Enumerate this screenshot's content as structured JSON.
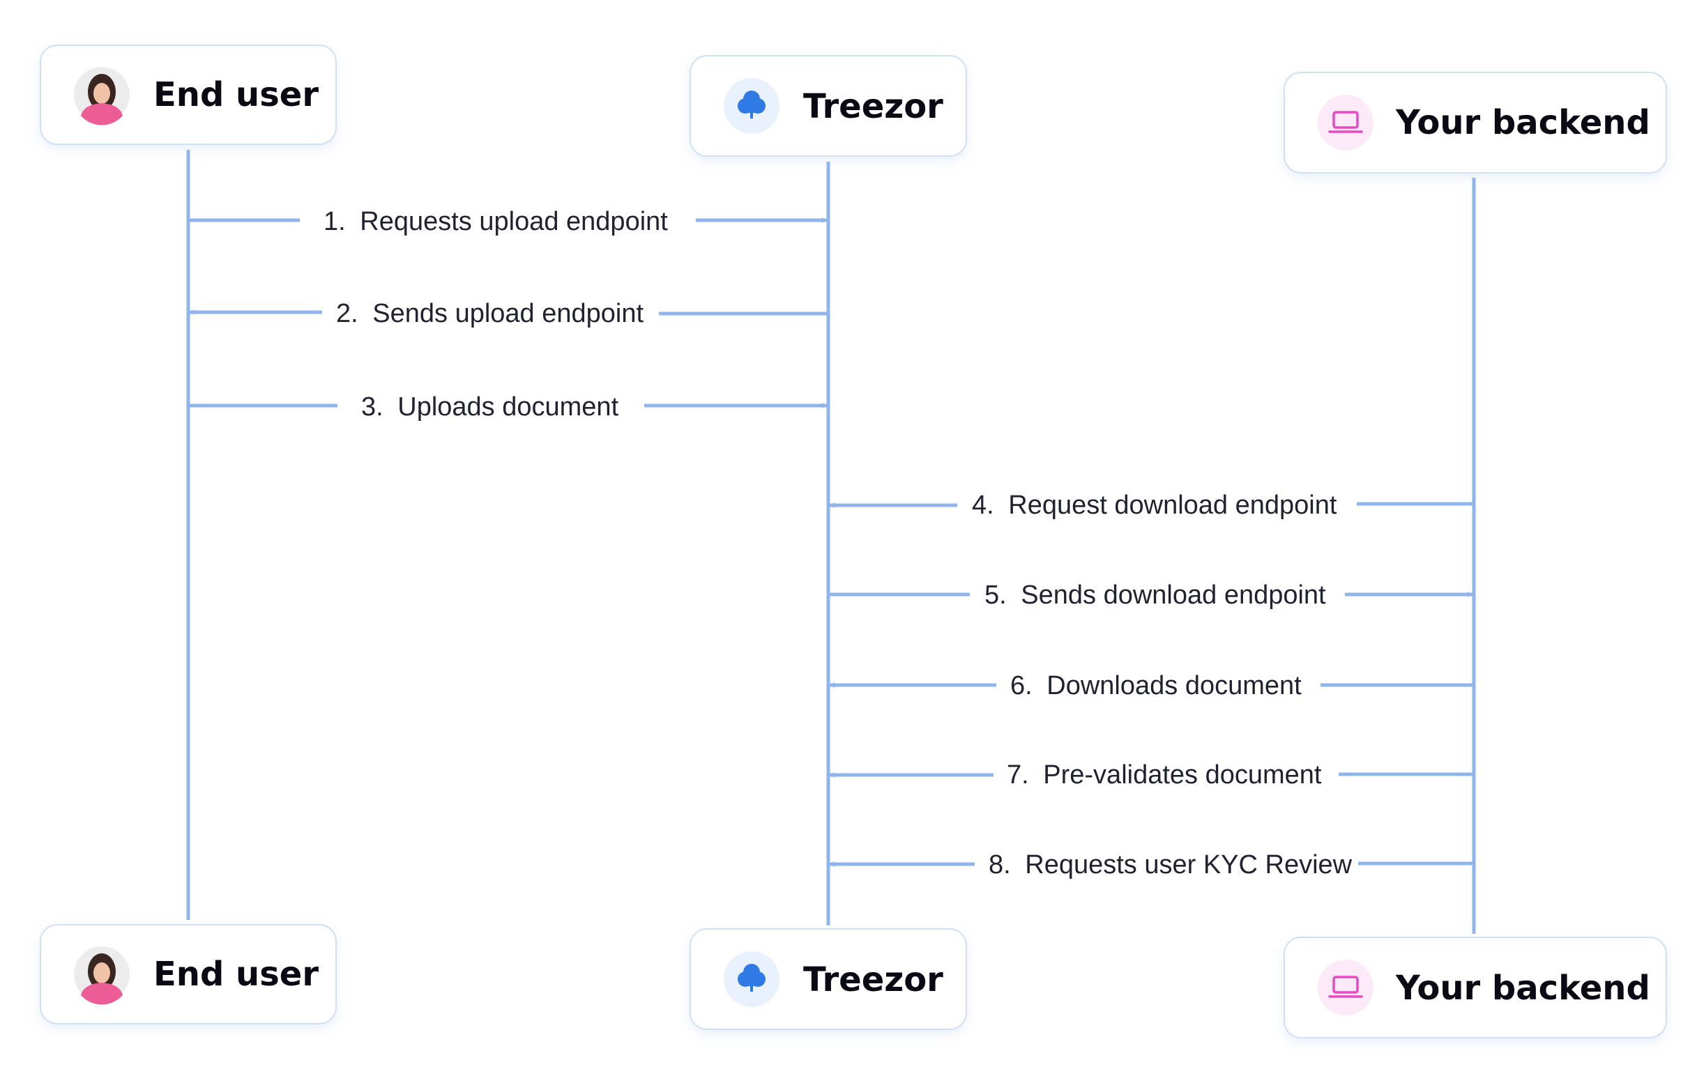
{
  "actors": [
    {
      "key": "end_user",
      "name": "End user",
      "icon": "avatar-icon"
    },
    {
      "key": "treezor",
      "name": "Treezor",
      "icon": "cloud-tree-icon"
    },
    {
      "key": "backend",
      "name": "Your backend",
      "icon": "laptop-icon"
    }
  ],
  "messages": [
    {
      "number": "1.",
      "label": "Requests upload endpoint",
      "from": "end_user",
      "to": "treezor"
    },
    {
      "number": "2.",
      "label": "Sends upload endpoint",
      "from": "treezor",
      "to": "end_user"
    },
    {
      "number": "3.",
      "label": "Uploads document",
      "from": "end_user",
      "to": "treezor"
    },
    {
      "number": "4.",
      "label": "Request download endpoint",
      "from": "backend",
      "to": "treezor"
    },
    {
      "number": "5.",
      "label": "Sends download endpoint",
      "from": "treezor",
      "to": "backend"
    },
    {
      "number": "6.",
      "label": "Downloads document",
      "from": "backend",
      "to": "treezor"
    },
    {
      "number": "7.",
      "label": "Pre-validates document",
      "from": "backend",
      "to": "treezor"
    },
    {
      "number": "8.",
      "label": "Requests user KYC Review",
      "from": "backend",
      "to": "treezor"
    }
  ],
  "colors": {
    "line": "#8fb5ec",
    "box_border": "#cfe0f7",
    "treezor_icon": "#2f7ae5",
    "treezor_icon_bg": "#e9f1fc",
    "backend_icon": "#e64ac4",
    "backend_icon_bg": "#fdeaf8"
  }
}
